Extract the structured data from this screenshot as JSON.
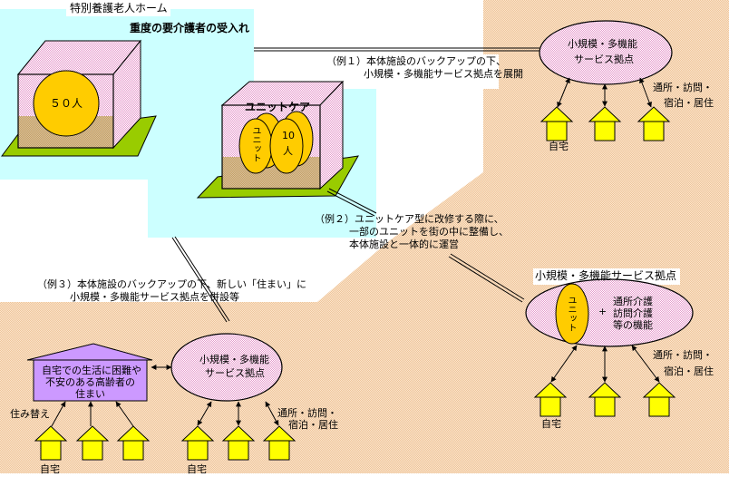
{
  "colors": {
    "cyan_bg": "#ccffff",
    "beige_bg": "#f5d9b5",
    "pink_fill": "#f2c6e2",
    "box_floor": "#c9a87a",
    "ground_green": "#99cc00",
    "orange_fill": "#ffcc00",
    "house_yellow": "#ffff00",
    "purple_house": "#cc99ff"
  },
  "facility": {
    "title": "特別養護老人ホーム",
    "subtitle": "重度の要介護者の受入れ",
    "big_box_label": "５０人",
    "unit_care_box": {
      "label": "ユニットケア",
      "unit_label": "ユニット",
      "unit_size_line1": "10",
      "unit_size_line2": "人"
    }
  },
  "example1": {
    "line1": "（例１）本体施設のバックアップの下、",
    "line2": "小規模・多機能サービス拠点を展開",
    "hub_line1": "小規模・多機能",
    "hub_line2": "サービス拠点",
    "services_line1": "通所・訪問・",
    "services_line2": "宿泊・居住",
    "home_label": "自宅"
  },
  "example2": {
    "line1": "（例２）ユニットケア型に改修する際に、",
    "line2": "一部のユニットを街の中に整備し、",
    "line3": "本体施設と一体的に運営",
    "hub_title": "小規模・多機能サービス拠点",
    "unit_label": "ユニット",
    "plus": "+",
    "functions_line1": "通所介護",
    "functions_line2": "訪問介護",
    "functions_line3": "等の機能",
    "services_line1": "通所・訪問・",
    "services_line2": "宿泊・居住",
    "home_label": "自宅"
  },
  "example3": {
    "line1": "（例３）本体施設のバックアップの下、新しい「住まい」に",
    "line2": "小規模・多機能サービス拠点を併設等",
    "residence_line1": "自宅での生活に困難や",
    "residence_line2": "不安のある高齢者の",
    "residence_line3": "住まい",
    "relocation_label": "住み替え",
    "hub_line1": "小規模・多機能",
    "hub_line2": "サービス拠点",
    "services_line1": "通所・訪問・",
    "services_line2": "宿泊・居住",
    "home_label_left": "自宅",
    "home_label_right": "自宅"
  }
}
